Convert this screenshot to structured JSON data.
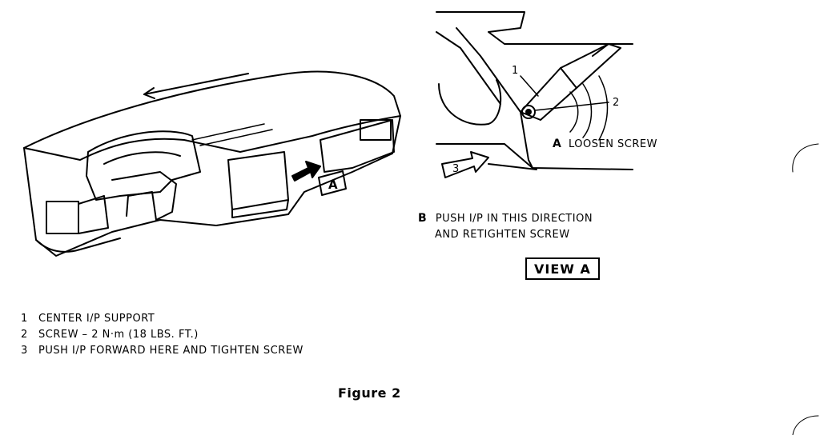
{
  "callouts": {
    "view_marker": "A",
    "num_1": "1",
    "num_2": "2",
    "num_3": "3"
  },
  "steps": {
    "a_letter": "A",
    "a_text": "LOOSEN SCREW",
    "b_letter": "B",
    "b_line1": "PUSH I/P IN THIS DIRECTION",
    "b_line2": "AND RETIGHTEN SCREW"
  },
  "view_label": "VIEW A",
  "legend": [
    {
      "num": "1",
      "text": "CENTER I/P SUPPORT"
    },
    {
      "num": "2",
      "text": "SCREW – 2 N·m (18 LBS. FT.)"
    },
    {
      "num": "3",
      "text": "PUSH I/P FORWARD HERE AND TIGHTEN SCREW"
    }
  ],
  "figure_caption": "Figure 2"
}
